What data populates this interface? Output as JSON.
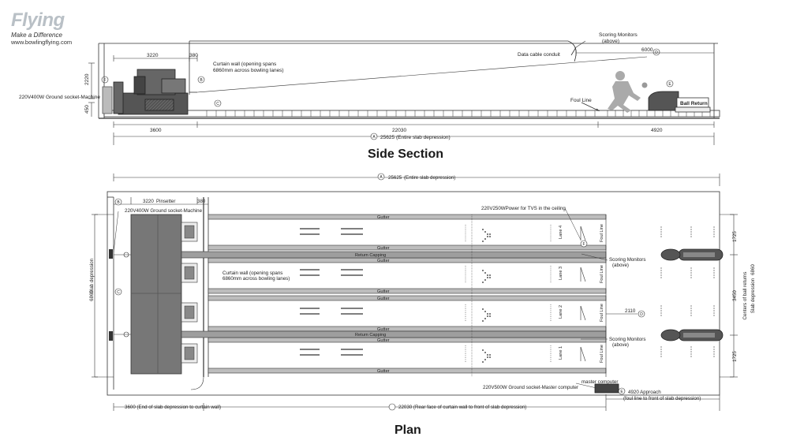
{
  "brand": {
    "name": "Flying",
    "tagline": "Make a Difference",
    "website": "www.bowlingflying.com"
  },
  "side_section": {
    "title": "Side Section",
    "scoring_monitors": "Scoring Monitors",
    "scoring_monitors_sub": "(above)",
    "data_cable": "Data cable conduit",
    "curtain_wall_1": "Curtain wall (opening spans",
    "curtain_wall_2": "6860mm across bowling lanes)",
    "socket": "220V400W Ground socket-Machine",
    "foul_line": "Foul Line",
    "ball_return": "Ball Return",
    "dim_3220": "3220",
    "dim_380": "380",
    "dim_2220": "2220",
    "dim_450": "450",
    "dim_6000": "6000",
    "dim_3600": "3600",
    "dim_22030": "22030",
    "dim_4920": "4920",
    "dim_total": "25625",
    "dim_total_note": "(Entire slab depression)",
    "marker_a": "A",
    "marker_b": "B",
    "marker_c": "C",
    "marker_d": "D",
    "marker_e": "E",
    "marker_f": "F"
  },
  "plan": {
    "title": "Plan",
    "dim_total": "25625",
    "dim_total_note": "(Entire slab depression)",
    "dim_3220": "3220",
    "pinsetter": "Pinsetter",
    "dim_380": "380",
    "socket": "220V400W Ground socket-Machine",
    "power_tvs": "220V250WPower for TVS in the ceiling",
    "gutter": "Gutter",
    "return_capping": "Return Capping",
    "curtain_wall_1": "Curtain wall (opening spans",
    "curtain_wall_2": "6860mm across bowling lanes)",
    "lanes": [
      "Lane 4",
      "Lane 3",
      "Lane 2",
      "Lane 1"
    ],
    "foul_line": "Foul Line",
    "scoring_monitors": "Scoring Monitors",
    "scoring_monitors_sub": "(above)",
    "dim_2110": "2110",
    "dim_1725": "1725",
    "dim_3450": "3450",
    "centers_note": "Centers of ball returns",
    "slab_depression_right": "Slab depression",
    "dim_6860": "6860",
    "slab_depression_left": "Slab depression",
    "master_computer": "master computer",
    "socket_master": "220V500W Ground socket-Master computer",
    "approach": "4920 Approach",
    "approach_note": "(foul line to front of slab depression)",
    "dim_3600_note": "3600 (End of slab depression to curtain wall)",
    "dim_22030_note": "22030 (Rear face of curtain wall to front of slab depression)",
    "marker_a": "A",
    "marker_b": "B",
    "marker_c": "C",
    "marker_d": "D",
    "marker_e": "E",
    "marker_f": "F"
  }
}
